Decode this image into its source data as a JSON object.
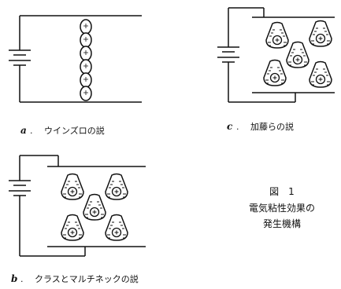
{
  "panels": {
    "a": {
      "letter": "a",
      "caption": "ウインズロの説"
    },
    "b": {
      "letter": "b",
      "caption": "クラスとマルチネックの説"
    },
    "c": {
      "letter": "c",
      "caption": "加藤らの説"
    }
  },
  "figure": {
    "label": "図　1",
    "title_line1": "電気粘性効果の",
    "title_line2": "発生機構"
  }
}
